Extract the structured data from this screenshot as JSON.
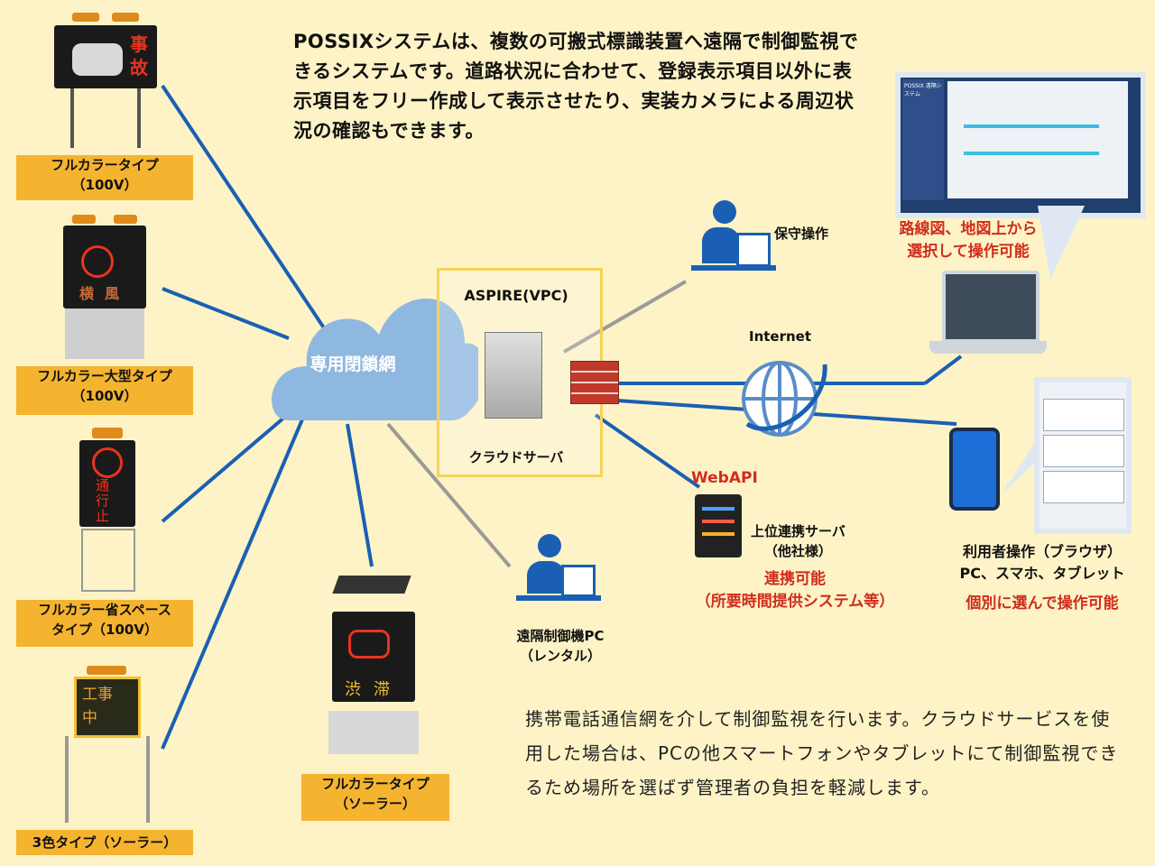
{
  "intro_text": "POSSIXシステムは、複数の可搬式標識装置へ遠隔で制御監視できるシステムです。道路状況に合わせて、登録表示項目以外に表示項目をフリー作成して表示させたり、実装カメラによる周辺状況の確認もできます。",
  "outro_text": "携帯電話通信網を介して制御監視を行います。クラウドサービスを使用した場合は、PCの他スマートフォンやタブレットにて制御監視できるため場所を選ばず管理者の負担を軽減します。",
  "devices": [
    {
      "label_line1": "フルカラータイプ",
      "label_line2": "（100V）",
      "sign_text": "事故"
    },
    {
      "label_line1": "フルカラー大型タイプ",
      "label_line2": "（100V）",
      "sign_text": "横風"
    },
    {
      "label_line1": "フルカラー省スペース",
      "label_line2": "タイプ（100V）",
      "sign_text": "通行止"
    },
    {
      "label_line1": "3色タイプ（ソーラー）",
      "label_line2": "",
      "sign_text": "工事中"
    },
    {
      "label_line1": "フルカラータイプ",
      "label_line2": "（ソーラー）",
      "sign_text": "渋滞"
    }
  ],
  "cloud": {
    "label": "専用閉鎖網"
  },
  "server": {
    "title": "ASPIRE(VPC)",
    "caption": "クラウドサーバ"
  },
  "maintenance": {
    "label": "保守操作"
  },
  "internet": {
    "label": "Internet"
  },
  "remote_pc": {
    "line1": "遠隔制御機PC",
    "line2": "（レンタル）"
  },
  "webapi": {
    "label": "WebAPI",
    "server_line1": "上位連携サーバ",
    "server_line2": "（他社様）",
    "note_line1": "連携可能",
    "note_line2": "（所要時間提供システム等）"
  },
  "route_map_note": {
    "line1": "路線図、地図上から",
    "line2": "選択して操作可能"
  },
  "user_ops": {
    "line1": "利用者操作（ブラウザ）",
    "line2": "PC、スマホ、タブレット",
    "note": "個別に選んで操作可能"
  },
  "screen": {
    "title": "POSSIX 遠隔システム"
  },
  "colors": {
    "background": "#fdf3c6",
    "label_box": "#f5b430",
    "network_line": "#1a5fb4",
    "accent_red": "#d12c1d",
    "cloud": "#8fb8e0"
  }
}
